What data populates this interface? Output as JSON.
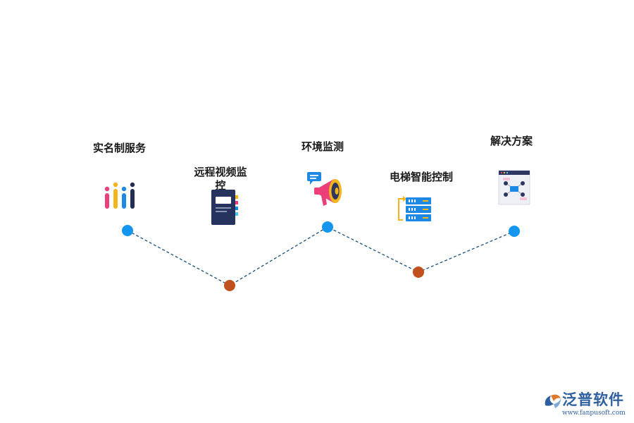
{
  "nodes": [
    {
      "label": "实名制服务",
      "icon": "bar-chart-icon"
    },
    {
      "label": "远程视频监控",
      "icon": "notebook-icon"
    },
    {
      "label": "环境监测",
      "icon": "megaphone-icon"
    },
    {
      "label": "电梯智能控制",
      "icon": "server-icon"
    },
    {
      "label": "解决方案",
      "icon": "flowchart-icon"
    }
  ],
  "colors": {
    "top_marker": "#1596ee",
    "bottom_marker": "#c0511e",
    "connector": "#1b4f7a",
    "label_text": "#1a1a1a",
    "brand": "#2f5f9f"
  },
  "brand": {
    "name": "泛普软件",
    "url": "www.fanpusoft.com"
  }
}
